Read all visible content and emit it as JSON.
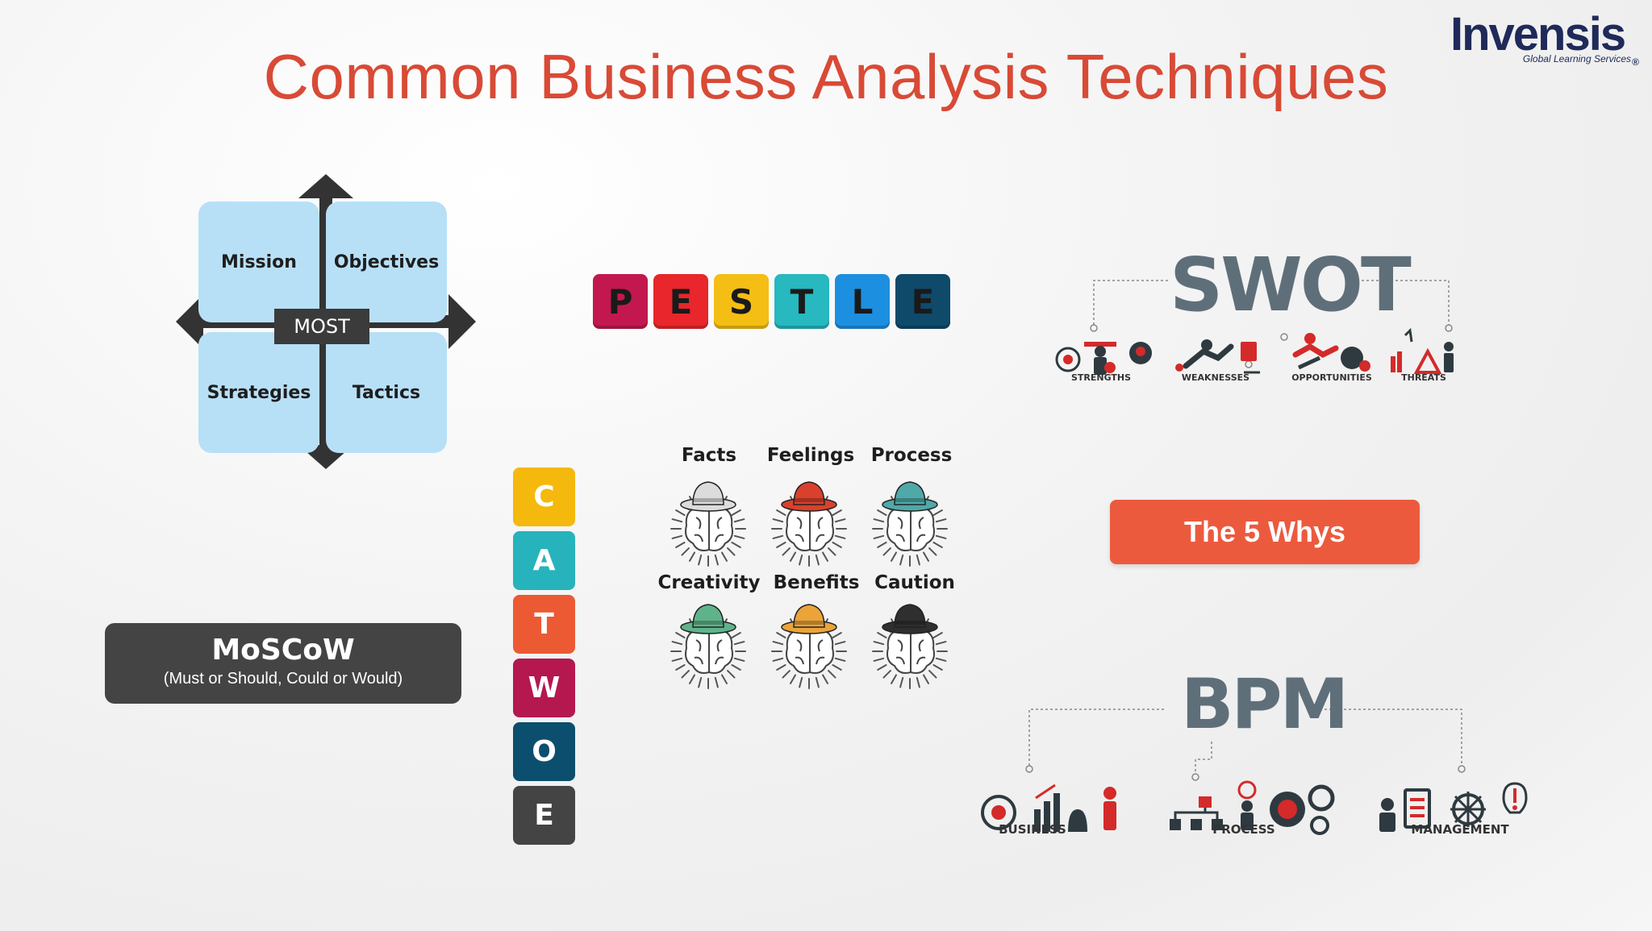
{
  "title": "Common Business Analysis Techniques",
  "logo": {
    "name": "Invensis",
    "registered": "®",
    "tagline": "Global Learning Services"
  },
  "most": {
    "center": "MOST",
    "cells": [
      "Mission",
      "Objectives",
      "Strategies",
      "Tactics"
    ]
  },
  "pestle": {
    "letters": [
      {
        "letter": "P",
        "color": "#c2184f"
      },
      {
        "letter": "E",
        "color": "#e8262b"
      },
      {
        "letter": "S",
        "color": "#f4be14"
      },
      {
        "letter": "T",
        "color": "#27b8c0"
      },
      {
        "letter": "L",
        "color": "#1d8fe0"
      },
      {
        "letter": "E",
        "color": "#0f4a6b"
      }
    ]
  },
  "swot": {
    "title": "SWOT",
    "items": [
      "STRENGTHS",
      "WEAKNESSES",
      "OPPORTUNITIES",
      "THREATS"
    ]
  },
  "catwoe": {
    "letters": [
      {
        "letter": "C",
        "color": "#f5b80c"
      },
      {
        "letter": "A",
        "color": "#27b3bc"
      },
      {
        "letter": "T",
        "color": "#ec5a33"
      },
      {
        "letter": "W",
        "color": "#b5174f"
      },
      {
        "letter": "O",
        "color": "#0c4e6e"
      },
      {
        "letter": "E",
        "color": "#444444"
      }
    ]
  },
  "six_hats": [
    {
      "label": "Facts",
      "color": "#dcdcdc"
    },
    {
      "label": "Feelings",
      "color": "#d9412c"
    },
    {
      "label": "Process",
      "color": "#4fa9a8"
    },
    {
      "label": "Creativity",
      "color": "#5fb38b"
    },
    {
      "label": "Benefits",
      "color": "#eaa43a"
    },
    {
      "label": "Caution",
      "color": "#2f2f2f"
    }
  ],
  "five_whys": "The 5 Whys",
  "moscow": {
    "title": "MoSCoW",
    "subtitle": "(Must or Should, Could or Would)"
  },
  "bpm": {
    "title": "BPM",
    "items": [
      "BUSINESS",
      "PROCESS",
      "MANAGEMENT"
    ]
  },
  "colors": {
    "accent_red": "#d84a36",
    "icon_dark": "#2e3a40",
    "icon_red": "#d42a2a"
  }
}
